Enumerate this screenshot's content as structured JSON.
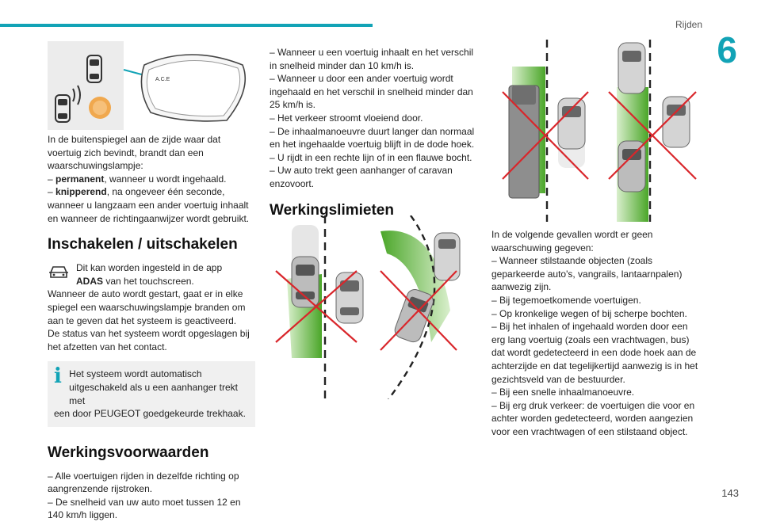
{
  "header": {
    "section": "Rijden",
    "chapter": "6"
  },
  "figure_mirror": {
    "label": "A.C.E"
  },
  "col1": {
    "intro": "In de buitenspiegel aan de zijde waar dat voertuig zich bevindt, brandt dan een waarschuwingslampje:",
    "item1_bold": "permanent",
    "item1_rest": ", wanneer u wordt ingehaald.",
    "item2_bold": "knipperend",
    "item2_rest": ", na ongeveer één seconde, wanneer u langzaam een ander voertuig inhaalt en wanneer de richtingaanwijzer wordt gebruikt.",
    "heading1": "Inschakelen / uitschakelen",
    "app_text_1": "Dit kan worden ingesteld in de app",
    "app_bold": "ADAS",
    "app_text_2": " van het touchscreen.",
    "para1": "Wanneer de auto wordt gestart, gaat er in elke spiegel een waarschuwingslampje branden om aan te geven dat het systeem is geactiveerd.",
    "para2": "De status van het systeem wordt opgeslagen bij het afzetten van het contact.",
    "info_top": "Het systeem wordt automatisch uitgeschakeld als u een aanhanger trekt met",
    "info_bottom": "een door PEUGEOT goedgekeurde trekhaak.",
    "heading2": "Werkingsvoorwaarden",
    "cond1": "– Alle voertuigen rijden in dezelfde richting op aangrenzende rijstroken.",
    "cond2": "– De snelheid van uw auto moet tussen 12 en 140 km/h liggen."
  },
  "col2": {
    "cond3": "– Wanneer u een voertuig inhaalt en het verschil in snelheid minder dan 10 km/h is.",
    "cond4": "– Wanneer u door een ander voertuig wordt ingehaald en het verschil in snelheid minder dan 25 km/h is.",
    "cond5": "– Het verkeer stroomt vloeiend door.",
    "cond6": "– De inhaalmanoeuvre duurt langer dan normaal en het ingehaalde voertuig blijft in de dode hoek.",
    "cond7": "– U rijdt in een rechte lijn of in een flauwe bocht.",
    "cond8": "– Uw auto trekt geen aanhanger of caravan enzovoort.",
    "heading3": "Werkingslimieten"
  },
  "col3": {
    "intro": "In de volgende gevallen wordt er geen waarschuwing gegeven:",
    "lim1": "– Wanneer stilstaande objecten (zoals geparkeerde auto's, vangrails, lantaarnpalen) aanwezig zijn.",
    "lim2": "– Bij tegemoetkomende voertuigen.",
    "lim3": "– Op kronkelige wegen of bij scherpe bochten.",
    "lim4": "– Bij het inhalen of ingehaald worden door een erg lang voertuig (zoals een vrachtwagen, bus) dat wordt gedetecteerd in een dode hoek aan de achterzijde en dat tegelijkertijd aanwezig is in het gezichtsveld van de bestuurder.",
    "lim5": "– Bij een snelle inhaalmanoeuvre.",
    "lim6": "– Bij erg druk verkeer: de voertuigen die voor en achter worden gedetecteerd, worden aangezien voor een vrachtwagen of een stilstaand object."
  },
  "footer": {
    "page": "143"
  },
  "colors": {
    "accent": "#12a3b6",
    "zone_green": "#5aab2e",
    "cross_red": "#d9262b"
  }
}
